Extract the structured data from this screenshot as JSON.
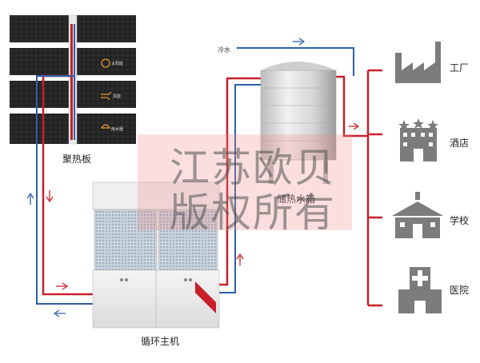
{
  "labels": {
    "solar_panels": "聚热板",
    "host_unit": "循环主机",
    "storage_tank": "储热水箱",
    "cold_water": "冷水"
  },
  "panel_icons": [
    "太阳能",
    "风能",
    "雨水器"
  ],
  "destinations": [
    "工厂",
    "酒店",
    "学校",
    "医院"
  ],
  "watermark": {
    "line1": "江苏欧贝",
    "line2": "版权所有"
  },
  "colors": {
    "hot_pipe": "#c8202a",
    "cold_pipe": "#2f5fa8",
    "icon_gray": "#7c7c7c"
  }
}
